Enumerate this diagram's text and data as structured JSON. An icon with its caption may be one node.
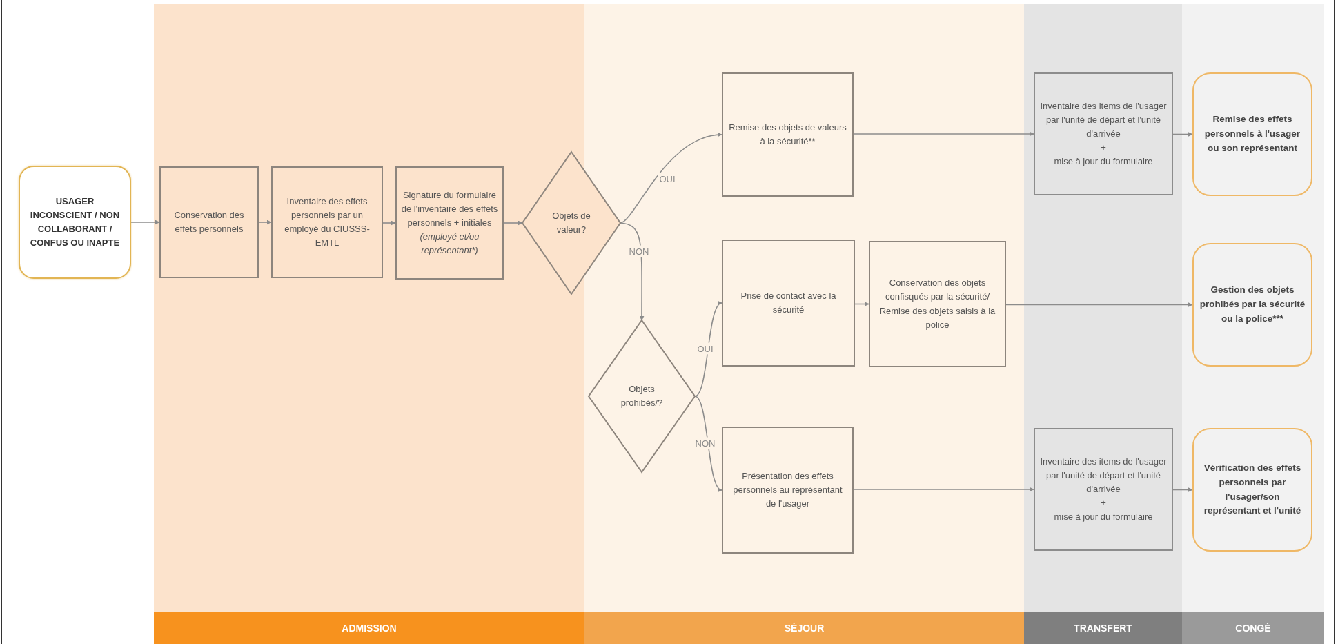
{
  "diagram": {
    "nodes": [
      {
        "text": [
          "USAGER INCONSCIENT / NON COLLABORANT / CONFUS OU INAPTE"
        ]
      },
      {
        "text": [
          "ADMISSION"
        ]
      },
      {
        "text": [
          "Conservation des effets personnels"
        ],
        "in": 1
      },
      {
        "text": [
          "Inventaire des effets personnels par un employé du CIUSSS-EMTL"
        ],
        "in": 1
      },
      {
        "text": [
          "Signature du formulaire de l'inventaire des effets personnels + initiales",
          "(employé et/ou représentant*)"
        ],
        "in": 1
      },
      {
        "text": [
          "Objets de valeur?"
        ]
      },
      {
        "text": [
          "SÉJOUR"
        ]
      },
      {
        "text": [
          "Remise des objets de valeurs à la sécurité**"
        ],
        "in": 6
      },
      {
        "text": [
          "Objets prohibés/?"
        ],
        "in": 6
      },
      {
        "text": [
          "Prise de contact avec la sécurité"
        ],
        "in": 6
      },
      {
        "text": [
          "Conservation des objets confisqués par la sécurité/ Remise des objets saisis à la police"
        ],
        "in": 6
      },
      {
        "text": [
          "Présentation des effets personnels au représentant de l'usager"
        ],
        "in": 6
      },
      {
        "text": [
          "TRANSFERT"
        ]
      },
      {
        "text": [
          "Inventaire des items de l'usager par l'unité de départ et l'unité d'arrivée",
          "+",
          "mise à jour du formulaire"
        ],
        "in": 12
      },
      {
        "text": [
          "Inventaire des items de l'usager par l'unité de départ et l'unité d'arrivée",
          "+",
          "mise à jour du formulaire"
        ],
        "in": 12
      },
      {
        "text": [
          "CONGÉ"
        ]
      },
      {
        "text": [
          "Remise des effets personnels à l'usager ou son représentant"
        ],
        "in": 15
      },
      {
        "text": [
          "Gestion des objets prohibés par la sécurité ou la police***"
        ],
        "in": 15
      },
      {
        "text": [
          "Vérification des effets personnels par l'usager/son représentant et l'unité"
        ],
        "in": 15
      }
    ],
    "edges": [
      {
        "from": 0,
        "to": 2,
        "arrow": "to"
      },
      {
        "from": 2,
        "to": 3,
        "arrow": "to"
      },
      {
        "from": 3,
        "to": 4,
        "arrow": "to"
      },
      {
        "from": 4,
        "to": 5,
        "arrow": "to"
      },
      {
        "from": 5,
        "to": 7,
        "arrow": "to",
        "label": "OUI"
      },
      {
        "from": 5,
        "to": 8,
        "arrow": "to",
        "label": "NON"
      },
      {
        "from": 8,
        "to": 9,
        "arrow": "to",
        "label": "OUI"
      },
      {
        "from": 8,
        "to": 11,
        "arrow": "to",
        "label": "NON"
      },
      {
        "from": 9,
        "to": 10,
        "arrow": "to"
      },
      {
        "from": 7,
        "to": 13,
        "arrow": "to"
      },
      {
        "from": 13,
        "to": 16,
        "arrow": "to"
      },
      {
        "from": 10,
        "to": 17,
        "arrow": "to"
      },
      {
        "from": 11,
        "to": 14,
        "arrow": "to"
      },
      {
        "from": 14,
        "to": 18,
        "arrow": "to"
      }
    ]
  }
}
